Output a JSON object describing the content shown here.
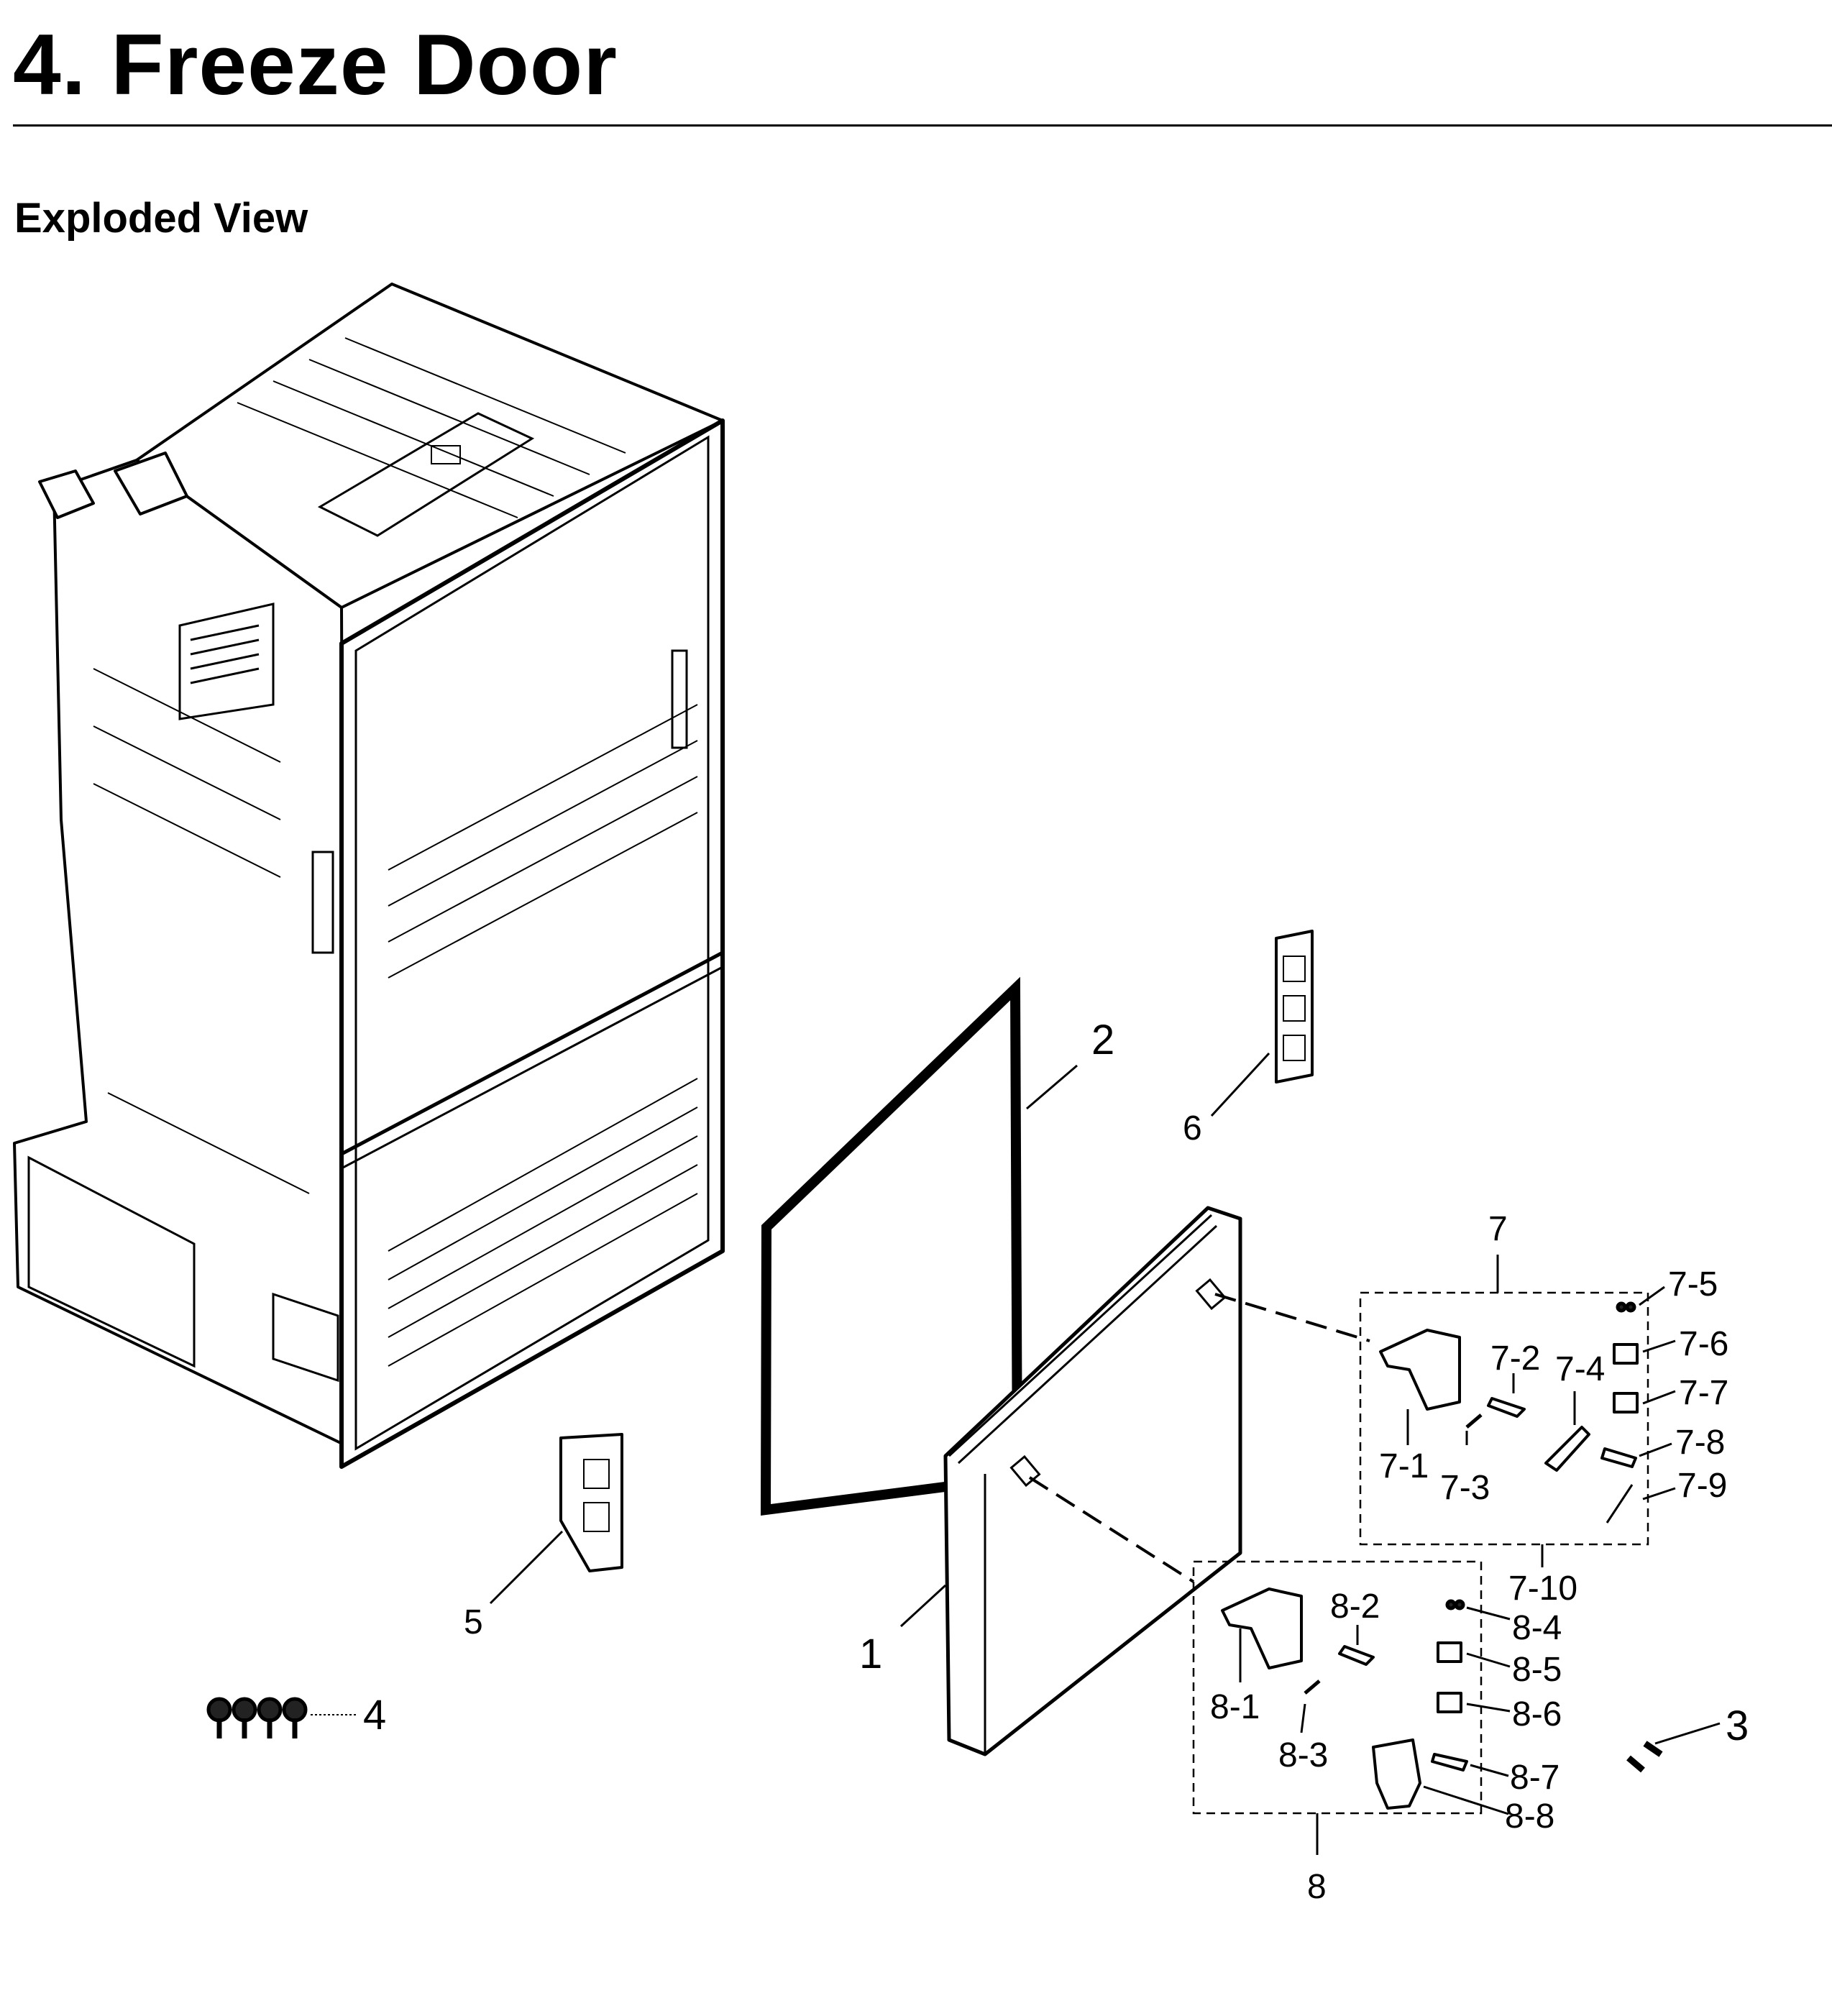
{
  "header": {
    "title": "4. Freeze Door",
    "section": "Exploded View"
  },
  "callouts": {
    "p1": "1",
    "p2": "2",
    "p3": "3",
    "p4": "4",
    "p5": "5",
    "p6": "6",
    "p7": "7",
    "p7_1": "7-1",
    "p7_2": "7-2",
    "p7_3": "7-3",
    "p7_4": "7-4",
    "p7_5": "7-5",
    "p7_6": "7-6",
    "p7_7": "7-7",
    "p7_8": "7-8",
    "p7_9": "7-9",
    "p7_10": "7-10",
    "p8": "8",
    "p8_1": "8-1",
    "p8_2": "8-2",
    "p8_3": "8-3",
    "p8_4": "8-4",
    "p8_5": "8-5",
    "p8_6": "8-6",
    "p8_7": "8-7",
    "p8_8": "8-8"
  }
}
